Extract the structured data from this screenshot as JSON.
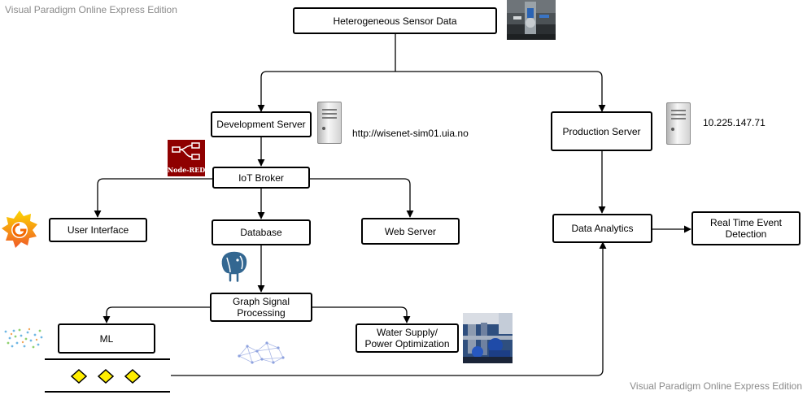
{
  "watermark": {
    "top_left": "Visual Paradigm Online Express Edition",
    "bottom_right": "Visual Paradigm Online Express Edition"
  },
  "nodes": {
    "sensor_data": "Heterogeneous Sensor Data",
    "dev_server": "Development Server",
    "prod_server": "Production Server",
    "iot_broker": "IoT Broker",
    "user_interface": "User Interface",
    "database": "Database",
    "web_server": "Web Server",
    "graph_signal": "Graph Signal Processing",
    "ml": "ML",
    "water_supply": "Water Supply/ Power Optimization",
    "data_analytics": "Data Analytics",
    "realtime_event": "Real Time Event Detection"
  },
  "annotations": {
    "dev_url": "http://wisenet-sim01.uia.no",
    "prod_ip": "10.225.147.71",
    "node_red": "Node-RED"
  },
  "colors": {
    "line": "#000000",
    "box_border": "#000000",
    "watermark": "#8a8a8a",
    "node_red": "#8f0000",
    "grafana_orange": "#f46800",
    "postgres_blue": "#336791",
    "diamond": "#ffee00"
  },
  "icons": [
    "server-icon",
    "node-red-logo",
    "grafana-logo",
    "postgresql-logo",
    "sensor-photo",
    "water-plant-photo",
    "graph-network-icon",
    "scatter-plot-icon"
  ]
}
